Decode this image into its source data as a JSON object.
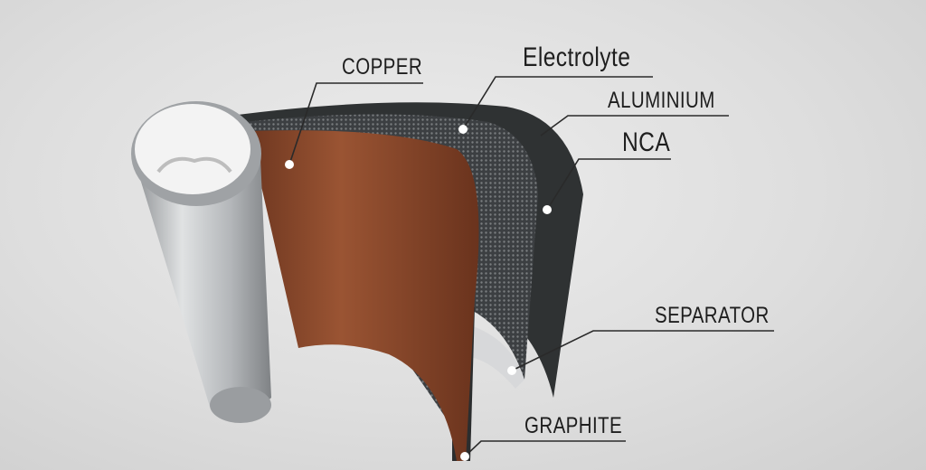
{
  "labels": {
    "copper": "COPPER",
    "electrolyte": "Electrolyte",
    "aluminium": "ALUMINIUM",
    "nca": "NCA",
    "separator": "SEPARATOR",
    "graphite": "GRAPHITE"
  },
  "colors": {
    "copper": "#8a4a2c",
    "dark_sheet": "#2f3233",
    "mesh": "#4a4d50",
    "cylinder": "#b9bcbf",
    "line": "#2a2a2a"
  }
}
